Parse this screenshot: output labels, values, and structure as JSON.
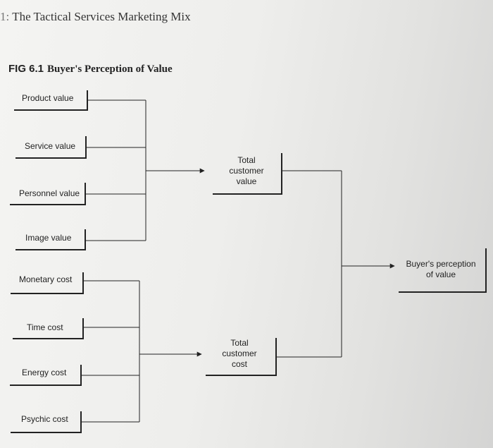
{
  "header": {
    "chapter_num": "1:",
    "title": "The Tactical Services Marketing Mix"
  },
  "figure": {
    "label": "FIG 6.1",
    "title": "Buyer's Perception of Value",
    "value_components": [
      "Product value",
      "Service value",
      "Personnel value",
      "Image value"
    ],
    "cost_components": [
      "Monetary cost",
      "Time cost",
      "Energy cost",
      "Psychic cost"
    ],
    "total_value": [
      "Total",
      "customer",
      "value"
    ],
    "total_cost": [
      "Total",
      "customer",
      "cost"
    ],
    "result": [
      "Buyer's perception",
      "of value"
    ]
  }
}
